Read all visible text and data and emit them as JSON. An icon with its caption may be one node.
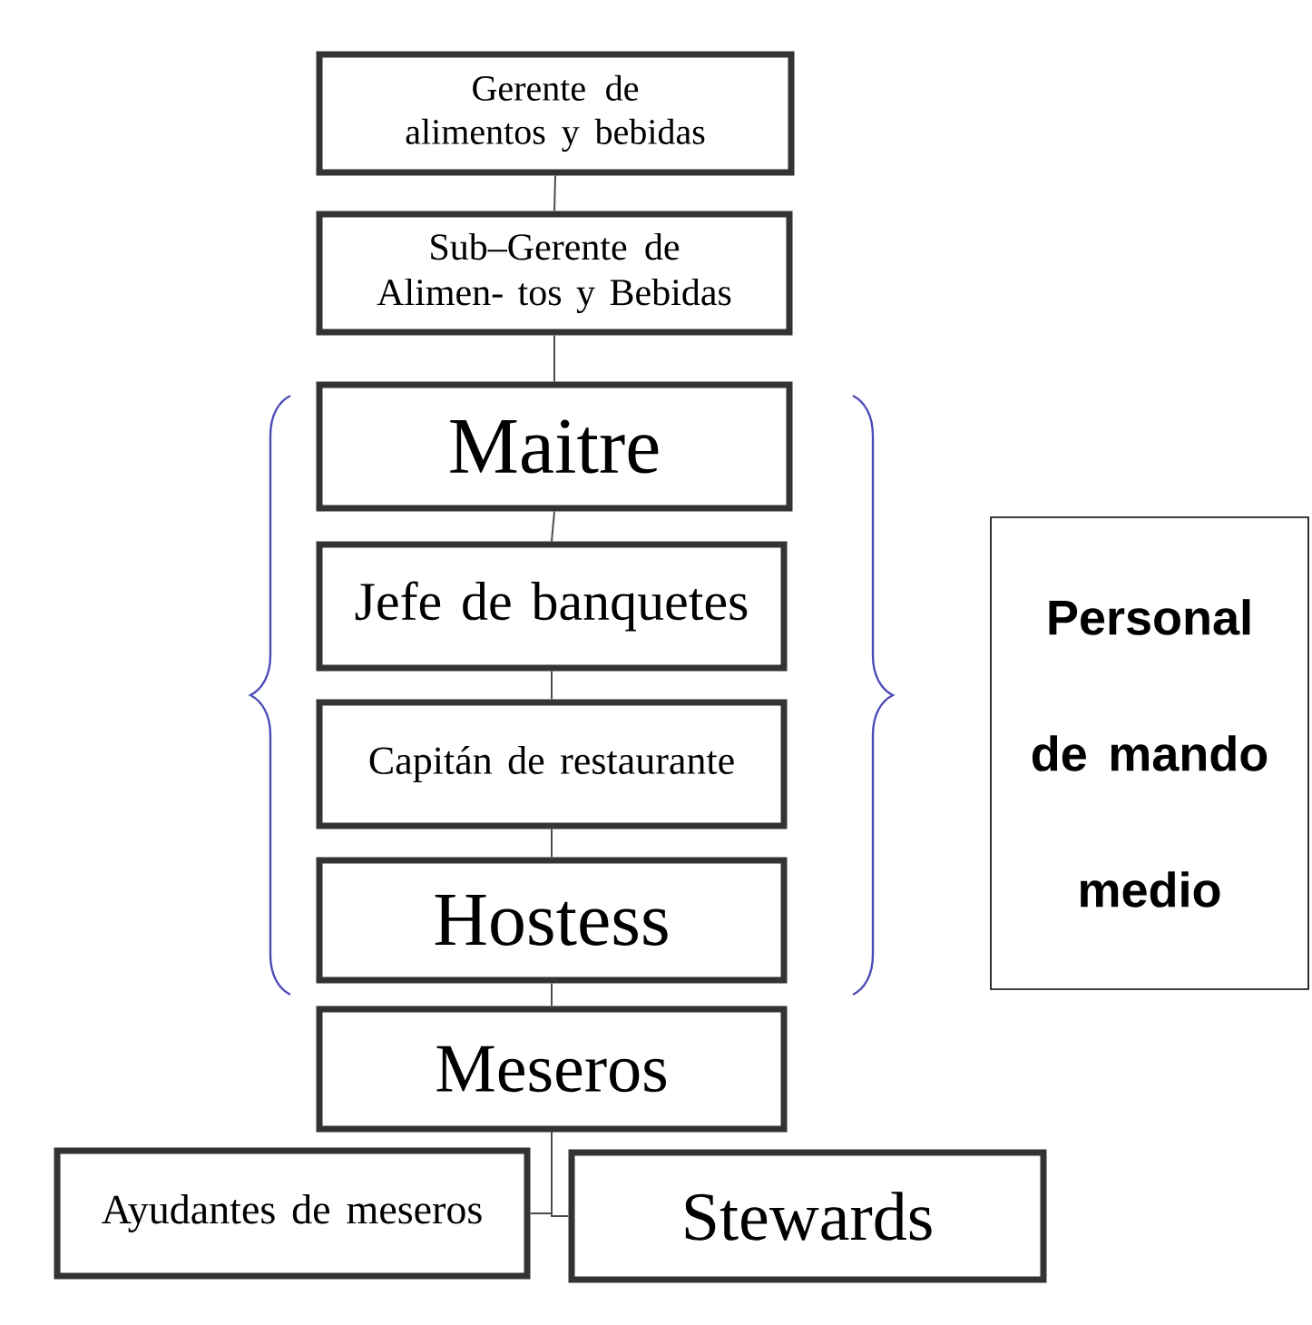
{
  "diagram": {
    "nodes": [
      {
        "text": [
          "Gerente de alimentos y bebidas"
        ]
      },
      {
        "text": [
          "Sub–Gerente de Alimen- tos y Bebidas"
        ]
      },
      {
        "text": [
          "Maitre"
        ]
      },
      {
        "text": [
          "Jefe de banquetes"
        ]
      },
      {
        "text": [
          "Capitán de restaurante"
        ]
      },
      {
        "text": [
          "Hostess"
        ]
      },
      {
        "text": [
          "Meseros"
        ]
      },
      {
        "text": [
          "Ayudantes de meseros"
        ]
      },
      {
        "text": [
          "Stewards"
        ]
      },
      {
        "text": [
          "Personal de mando medio"
        ]
      }
    ],
    "edges": [
      {
        "from": 0,
        "to": 1,
        "arrow": "none"
      },
      {
        "from": 1,
        "to": 2,
        "arrow": "none"
      },
      {
        "from": 2,
        "to": 3,
        "arrow": "none"
      },
      {
        "from": 3,
        "to": 4,
        "arrow": "none"
      },
      {
        "from": 4,
        "to": 5,
        "arrow": "none"
      },
      {
        "from": 5,
        "to": 6,
        "arrow": "none"
      },
      {
        "from": 6,
        "to": 7,
        "arrow": "none"
      },
      {
        "from": 6,
        "to": 8,
        "arrow": "none"
      }
    ]
  }
}
